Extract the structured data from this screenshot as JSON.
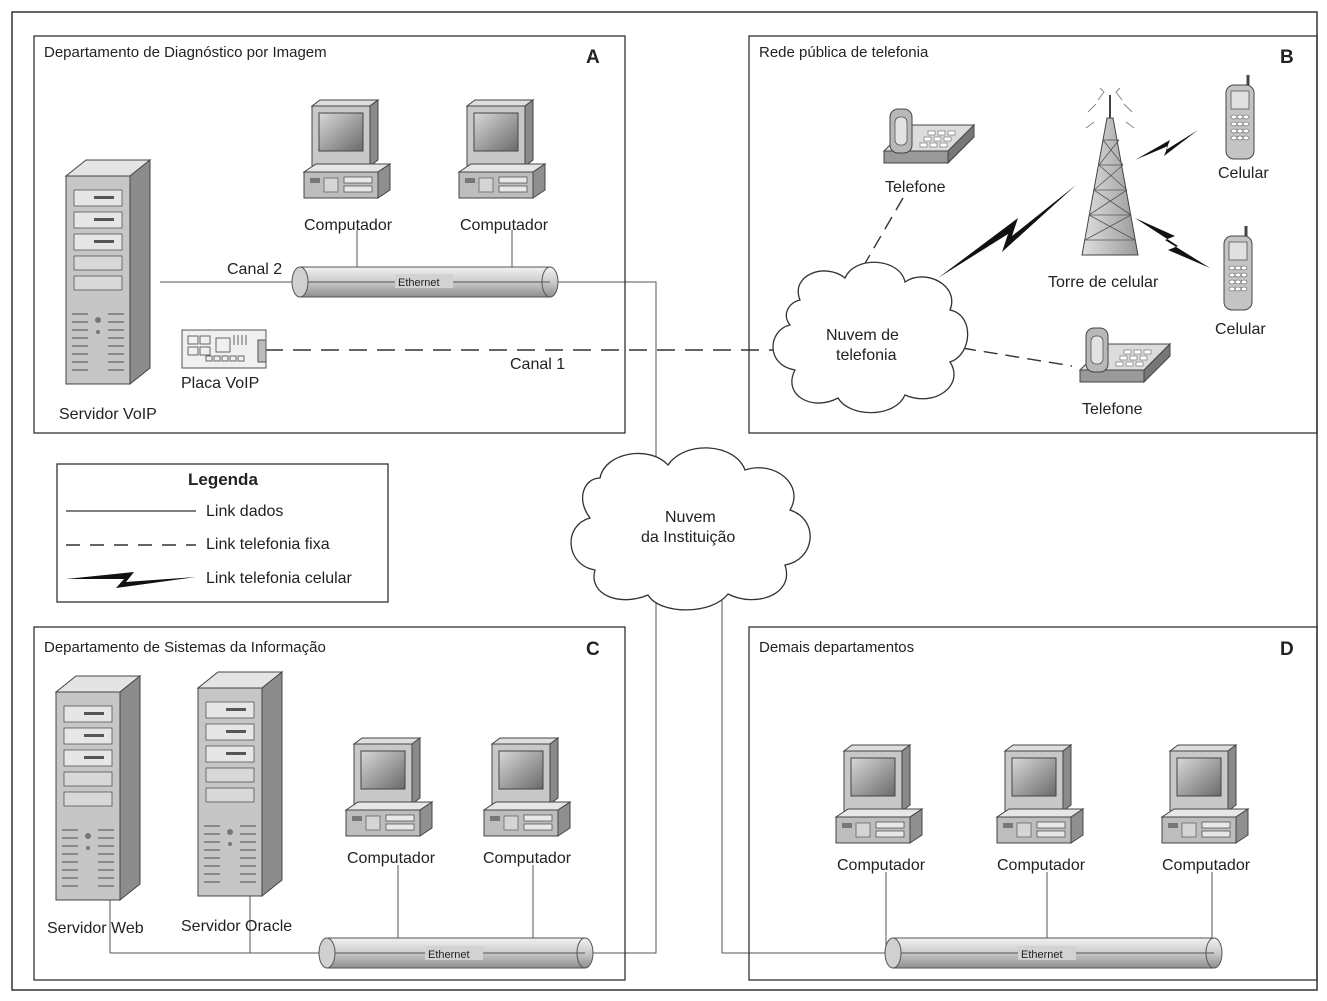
{
  "panels": {
    "a": {
      "title": "Departamento de Diagnóstico por Imagem",
      "letter": "A"
    },
    "b": {
      "title": "Rede pública de telefonia",
      "letter": "B"
    },
    "c": {
      "title": "Departamento de Sistemas da Informação",
      "letter": "C"
    },
    "d": {
      "title": "Demais departamentos",
      "letter": "D"
    }
  },
  "labels": {
    "computador": "Computador",
    "ethernet": "Ethernet",
    "canal1": "Canal 1",
    "canal2": "Canal 2",
    "placa_voip": "Placa VoIP",
    "servidor_voip": "Servidor VoIP",
    "servidor_web": "Servidor Web",
    "servidor_oracle": "Servidor Oracle",
    "telefone": "Telefone",
    "celular": "Celular",
    "torre": "Torre de celular",
    "nuvem_tel_1": "Nuvem de",
    "nuvem_tel_2": "telefonia",
    "nuvem_inst_1": "Nuvem",
    "nuvem_inst_2": "da Instituição"
  },
  "legend": {
    "title": "Legenda",
    "items": [
      "Link dados",
      "Link telefonia fixa",
      "Link telefonia celular"
    ]
  }
}
